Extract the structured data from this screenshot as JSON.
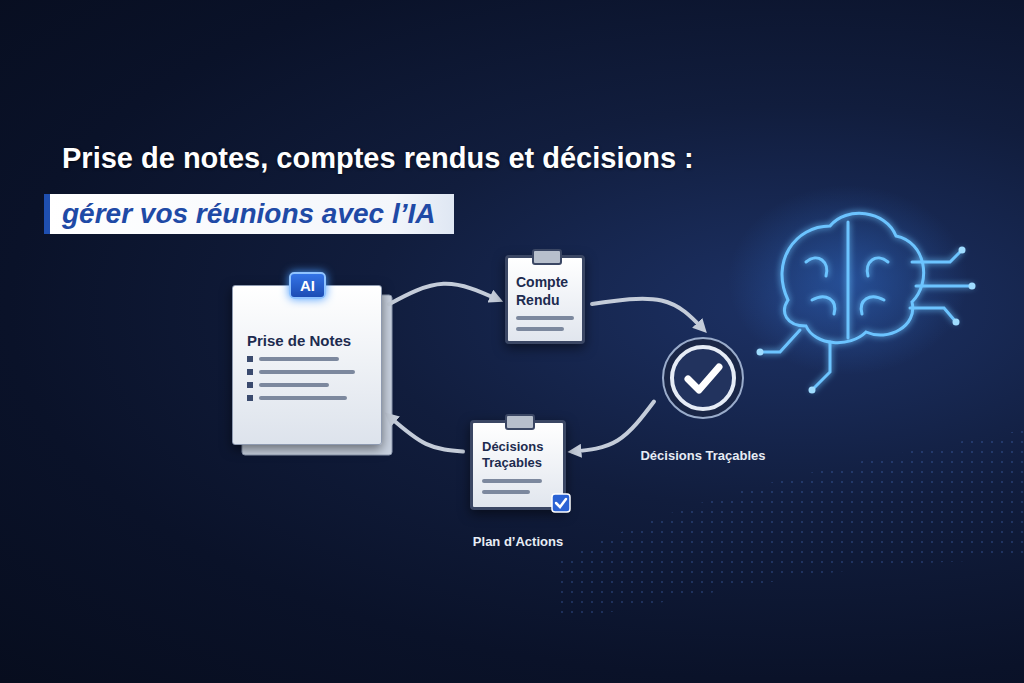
{
  "diagram": {
    "title": "Prise de notes, comptes rendus et décisions :",
    "nodes": [
      {
        "text": [
          "Prise de Notes"
        ]
      },
      {
        "text": [
          "AI"
        ],
        "in": 0
      },
      {
        "text": [
          "Compte Rendu"
        ]
      },
      {
        "text": [
          "Décisions Traçables"
        ]
      },
      {
        "text": [
          "Décisions Traçables",
          "Plan d’Actions"
        ]
      }
    ],
    "edges": [
      {
        "from": 0,
        "to": 2,
        "arrow": "to"
      },
      {
        "from": 2,
        "to": 3,
        "arrow": "to"
      },
      {
        "from": 3,
        "to": 4,
        "arrow": "to"
      },
      {
        "from": 4,
        "to": 0,
        "arrow": "to"
      }
    ],
    "labels": [
      "gérer vos réunions avec l’IA"
    ]
  }
}
